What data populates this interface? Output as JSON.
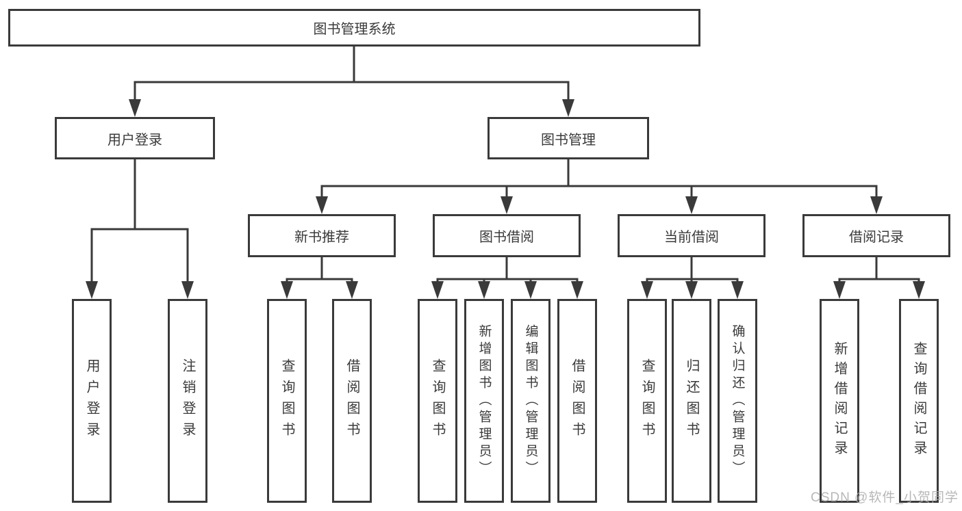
{
  "tree": {
    "root": {
      "label": "图书管理系统"
    },
    "user": {
      "label": "用户登录",
      "children": [
        {
          "label": "用户登录"
        },
        {
          "label": "注销登录"
        }
      ]
    },
    "management": {
      "label": "图书管理",
      "sections": [
        {
          "label": "新书推荐",
          "children": [
            {
              "label": "查询图书"
            },
            {
              "label": "借阅图书"
            }
          ]
        },
        {
          "label": "图书借阅",
          "children": [
            {
              "label": "查询图书"
            },
            {
              "label": "新增图书（管理员）"
            },
            {
              "label": "编辑图书（管理员）"
            },
            {
              "label": "借阅图书"
            }
          ]
        },
        {
          "label": "当前借阅",
          "children": [
            {
              "label": "查询图书"
            },
            {
              "label": "归还图书"
            },
            {
              "label": "确认归还（管理员）"
            }
          ]
        },
        {
          "label": "借阅记录",
          "children": [
            {
              "label": "新增借阅记录"
            },
            {
              "label": "查询借阅记录"
            }
          ]
        }
      ]
    }
  },
  "watermark": {
    "text": "CSDN @软件_小贺同学"
  },
  "colors": {
    "line": "#3a3a3a",
    "box_border": "#3a3a3a",
    "text": "#3a3a3a",
    "background": "#ffffff",
    "watermark": "#ababab"
  }
}
